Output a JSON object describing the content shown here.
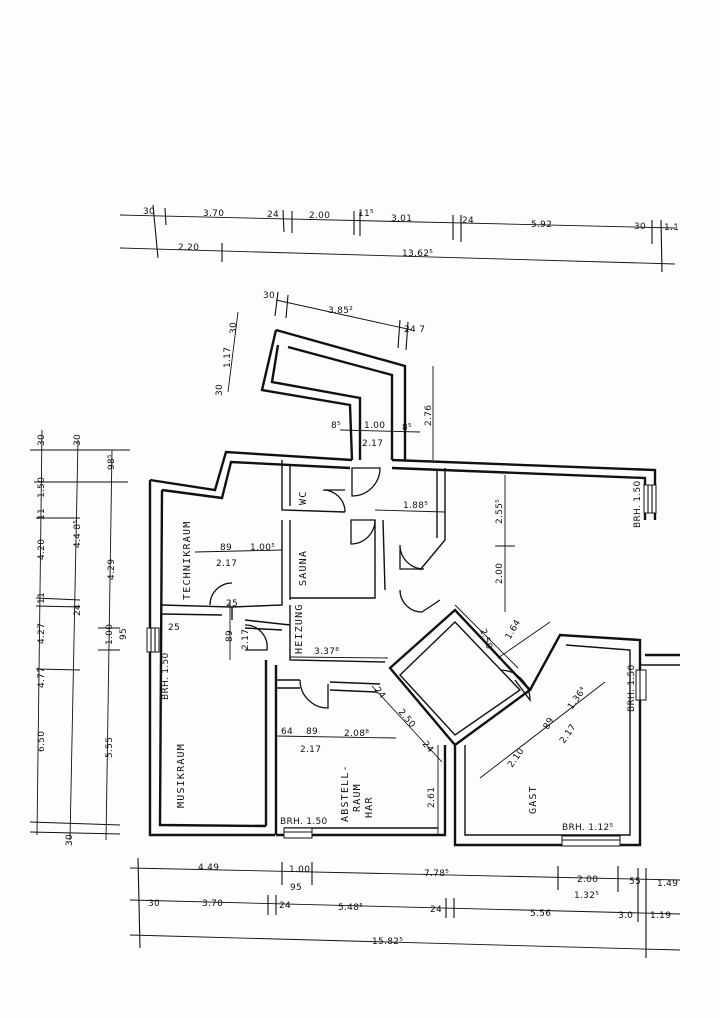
{
  "rooms": {
    "technikraum": "TECHNIKRAUM",
    "sauna": "SAUNA",
    "wc": "WC",
    "heizung": "HEIZUNG",
    "musikraum": "MUSIKRAUM",
    "abstell": [
      "ABSTELL-",
      "RAUM",
      "HAR"
    ],
    "gast": "GAST"
  },
  "windows": {
    "brh_150_right": "BRH. 1.50",
    "brh_150_left": "BRH. 1.50",
    "brh_150_bottom": "BRH. 1.50",
    "brh_150_gast": "BRH. 1.50",
    "brh_1125_gast": "BRH. 1.12⁵"
  },
  "dims_top": {
    "row1": [
      "30",
      "3.70",
      "24",
      "2.00",
      "11⁵",
      "3.01",
      "24",
      "5.92",
      "30",
      "1.1"
    ],
    "row2": [
      "2.20",
      "13.62⁵"
    ]
  },
  "dims_left": {
    "outer": [
      "30",
      "1.50",
      "11",
      "4.20",
      "11",
      "4.27",
      "4.77",
      "6.50",
      "30"
    ],
    "inner1": [
      "30",
      "4.4 8⁵",
      "24",
      "1.00",
      "95",
      "5.55"
    ],
    "inner2": [
      "98⁵",
      "4.29"
    ]
  },
  "dims_bottom": {
    "row1": [
      "4.49",
      "1.00",
      "95",
      "7.78⁵",
      "2.00",
      "1.32⁵",
      "55",
      "1.49"
    ],
    "row2": [
      "30",
      "3.70",
      "24",
      "5.48⁵",
      "24",
      "5.56",
      "3.0",
      "1.19"
    ],
    "row3": [
      "15.82⁵"
    ]
  },
  "dims_interior": {
    "wing_30a": "30",
    "wing_385": "3.85²",
    "wing_247": "24 7",
    "wing_30b": "30",
    "wing_117": "1.17",
    "wing_30c": "30",
    "wing_276": "2.76",
    "door_85a": "8⁵",
    "door_100": "1.00",
    "door_85b": "8⁵",
    "door_217a": "2.17",
    "hall_188": "1.88⁵",
    "hall_255": "2.55⁵",
    "hall_200": "2.00",
    "tech_89": "89",
    "tech_100": "1.00⁵",
    "tech_217": "2.17",
    "tech_25a": "25",
    "tech_25b": "25",
    "tech_89b": "89",
    "tech_217b": "2.17",
    "heiz_337": "3.37⁸",
    "diag_250": "2.50",
    "diag_164": "1.64",
    "ab_64": "64",
    "ab_89": "89",
    "ab_2088": "2.08⁸",
    "ab_217": "2.17",
    "ab_24a": "24",
    "ab_250": "2.50",
    "ab_24b": "24",
    "ab_261": "2.61",
    "gast_89": "89",
    "gast_1364": "1.36⁴",
    "gast_217": "2.17",
    "gast_210": "2.10"
  }
}
